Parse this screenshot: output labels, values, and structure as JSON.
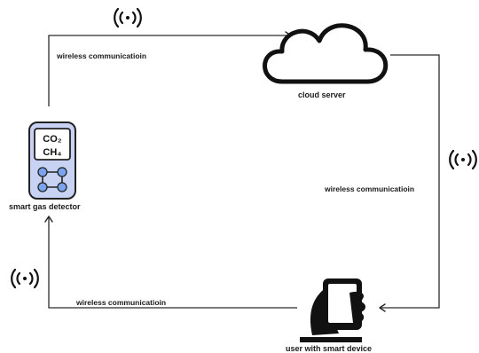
{
  "nodes": {
    "detector": {
      "label": "smart gas detector",
      "screen_line1": "CO₂",
      "screen_line2": "CH₄"
    },
    "cloud": {
      "label": "cloud server"
    },
    "user": {
      "label": "user with smart device"
    }
  },
  "edges": {
    "detector_to_cloud": {
      "label": "wireless communicatioin"
    },
    "cloud_to_user": {
      "label": "wireless communicatioin"
    },
    "user_to_detector": {
      "label": "wireless communicatioin"
    }
  },
  "colors": {
    "line": "#2b2b2b",
    "detector_body": "#c8d2f2",
    "detector_screen": "#ffffff",
    "detector_keys": "#7aa5ee",
    "ink": "#111111"
  }
}
